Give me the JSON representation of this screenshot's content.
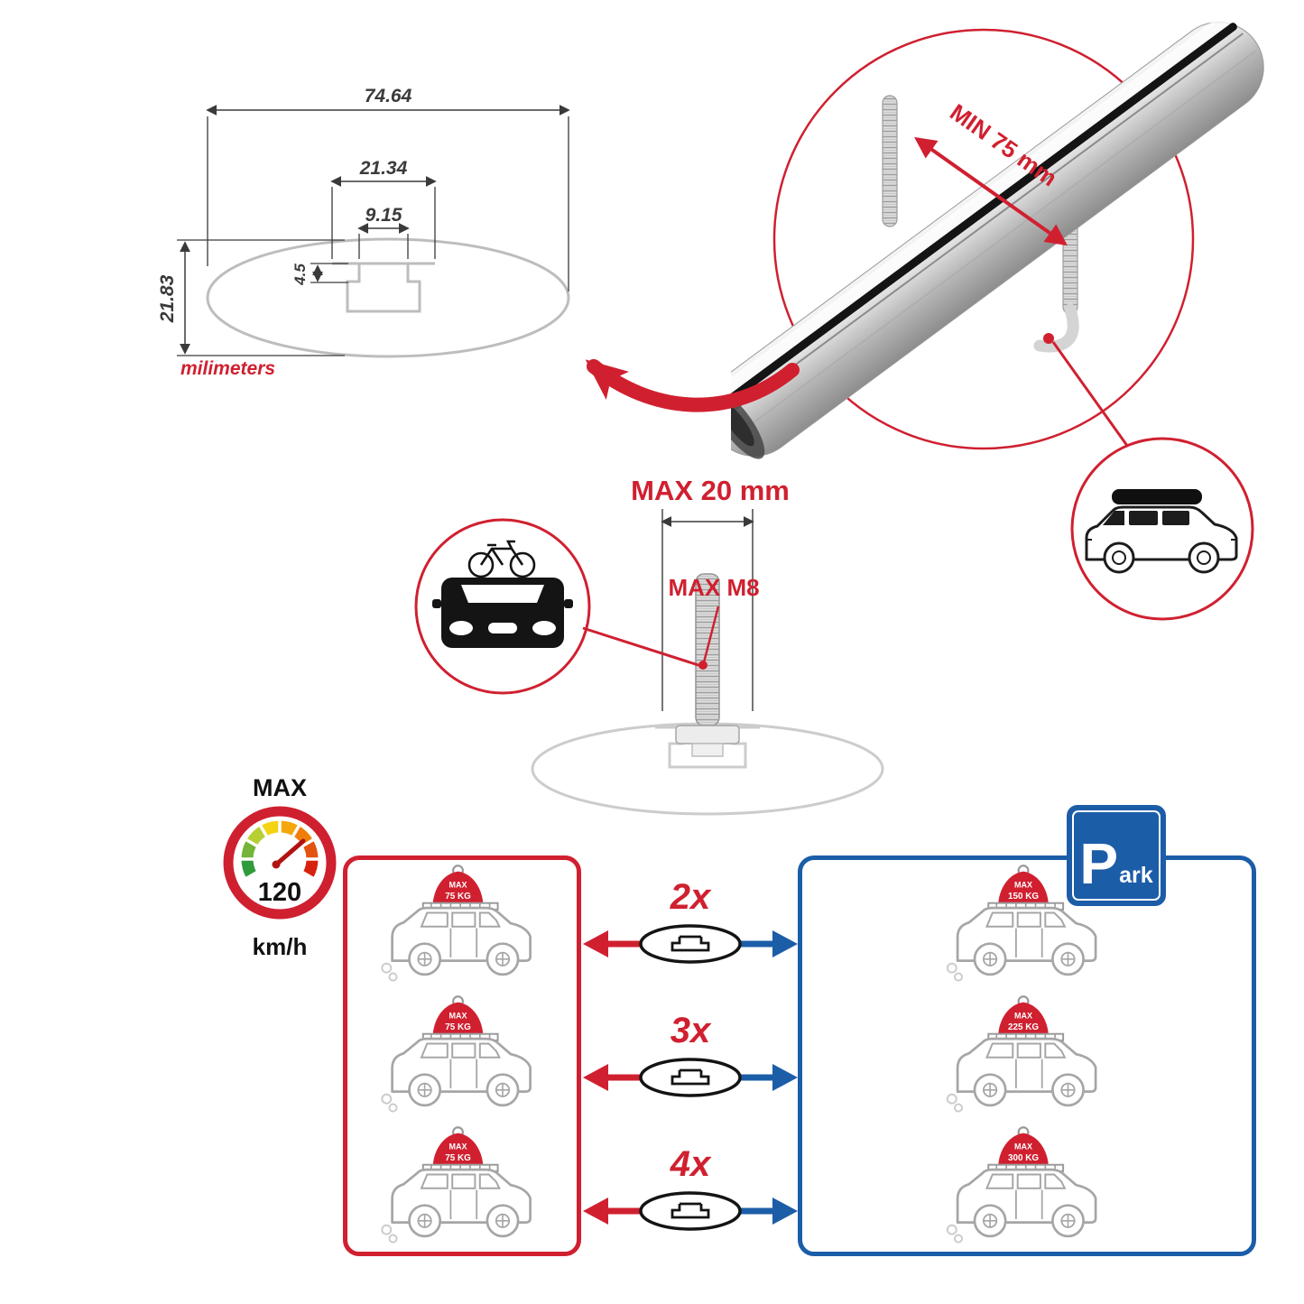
{
  "colors": {
    "accent_red": "#d02030",
    "accent_blue": "#1c5da8",
    "drawing_gray": "#bdbdbd",
    "bar_silver": "#c9c9c9"
  },
  "tech_drawing": {
    "dim_width": "74.64",
    "dim_upper": "21.34",
    "dim_inner": "9.15",
    "dim_lip": "4.5",
    "dim_height": "21.83",
    "units": "milimeters"
  },
  "bar_view": {
    "min_label": "MIN 75 mm"
  },
  "bolt_view": {
    "title": "MAX 20 mm",
    "bolt_label": "MAX M8"
  },
  "speed": {
    "title": "MAX",
    "value": "120",
    "units": "km/h"
  },
  "rows": {
    "multipliers": [
      "2x",
      "3x",
      "4x"
    ],
    "left": [
      {
        "max": "MAX",
        "kg": "75 KG"
      },
      {
        "max": "MAX",
        "kg": "75 KG"
      },
      {
        "max": "MAX",
        "kg": "75 KG"
      }
    ],
    "right": [
      {
        "max": "MAX",
        "kg": "150 KG"
      },
      {
        "max": "MAX",
        "kg": "225 KG"
      },
      {
        "max": "MAX",
        "kg": "300 KG"
      }
    ]
  },
  "park": {
    "p": "P",
    "ark": "ark"
  }
}
